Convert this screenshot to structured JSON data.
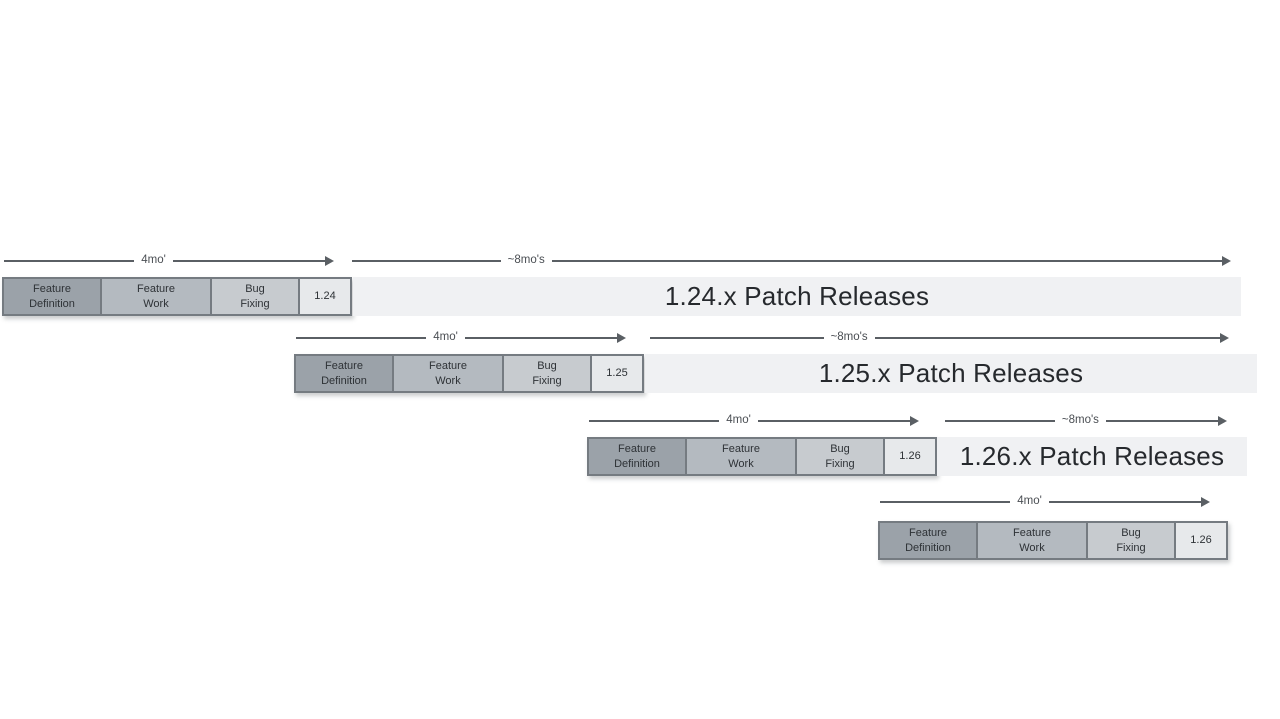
{
  "phases": [
    {
      "label": "Feature\nDefinition"
    },
    {
      "label": "Feature\nWork"
    },
    {
      "label": "Bug\nFixing"
    }
  ],
  "rows": [
    {
      "version": "1.24",
      "dev_duration_label": "4mo'",
      "patch_duration_label": "~8mo's",
      "patch_releases_label": "1.24.x Patch Releases"
    },
    {
      "version": "1.25",
      "dev_duration_label": "4mo'",
      "patch_duration_label": "~8mo's",
      "patch_releases_label": "1.25.x Patch Releases"
    },
    {
      "version": "1.26",
      "dev_duration_label": "4mo'",
      "patch_duration_label": "~8mo's",
      "patch_releases_label": "1.26.x Patch Releases"
    },
    {
      "version": "1.26",
      "dev_duration_label": "4mo'"
    }
  ],
  "colors": {
    "feature_definition_fill": "#9ba2a9",
    "feature_work_fill": "#b4bac0",
    "bug_fixing_fill": "#c7cbcf",
    "version_box_fill": "#e7e9eb",
    "patch_bar_fill": "#f0f1f3",
    "box_border": "#757b81",
    "arrow_line": "#5a5f64",
    "text": "#2e3236"
  }
}
